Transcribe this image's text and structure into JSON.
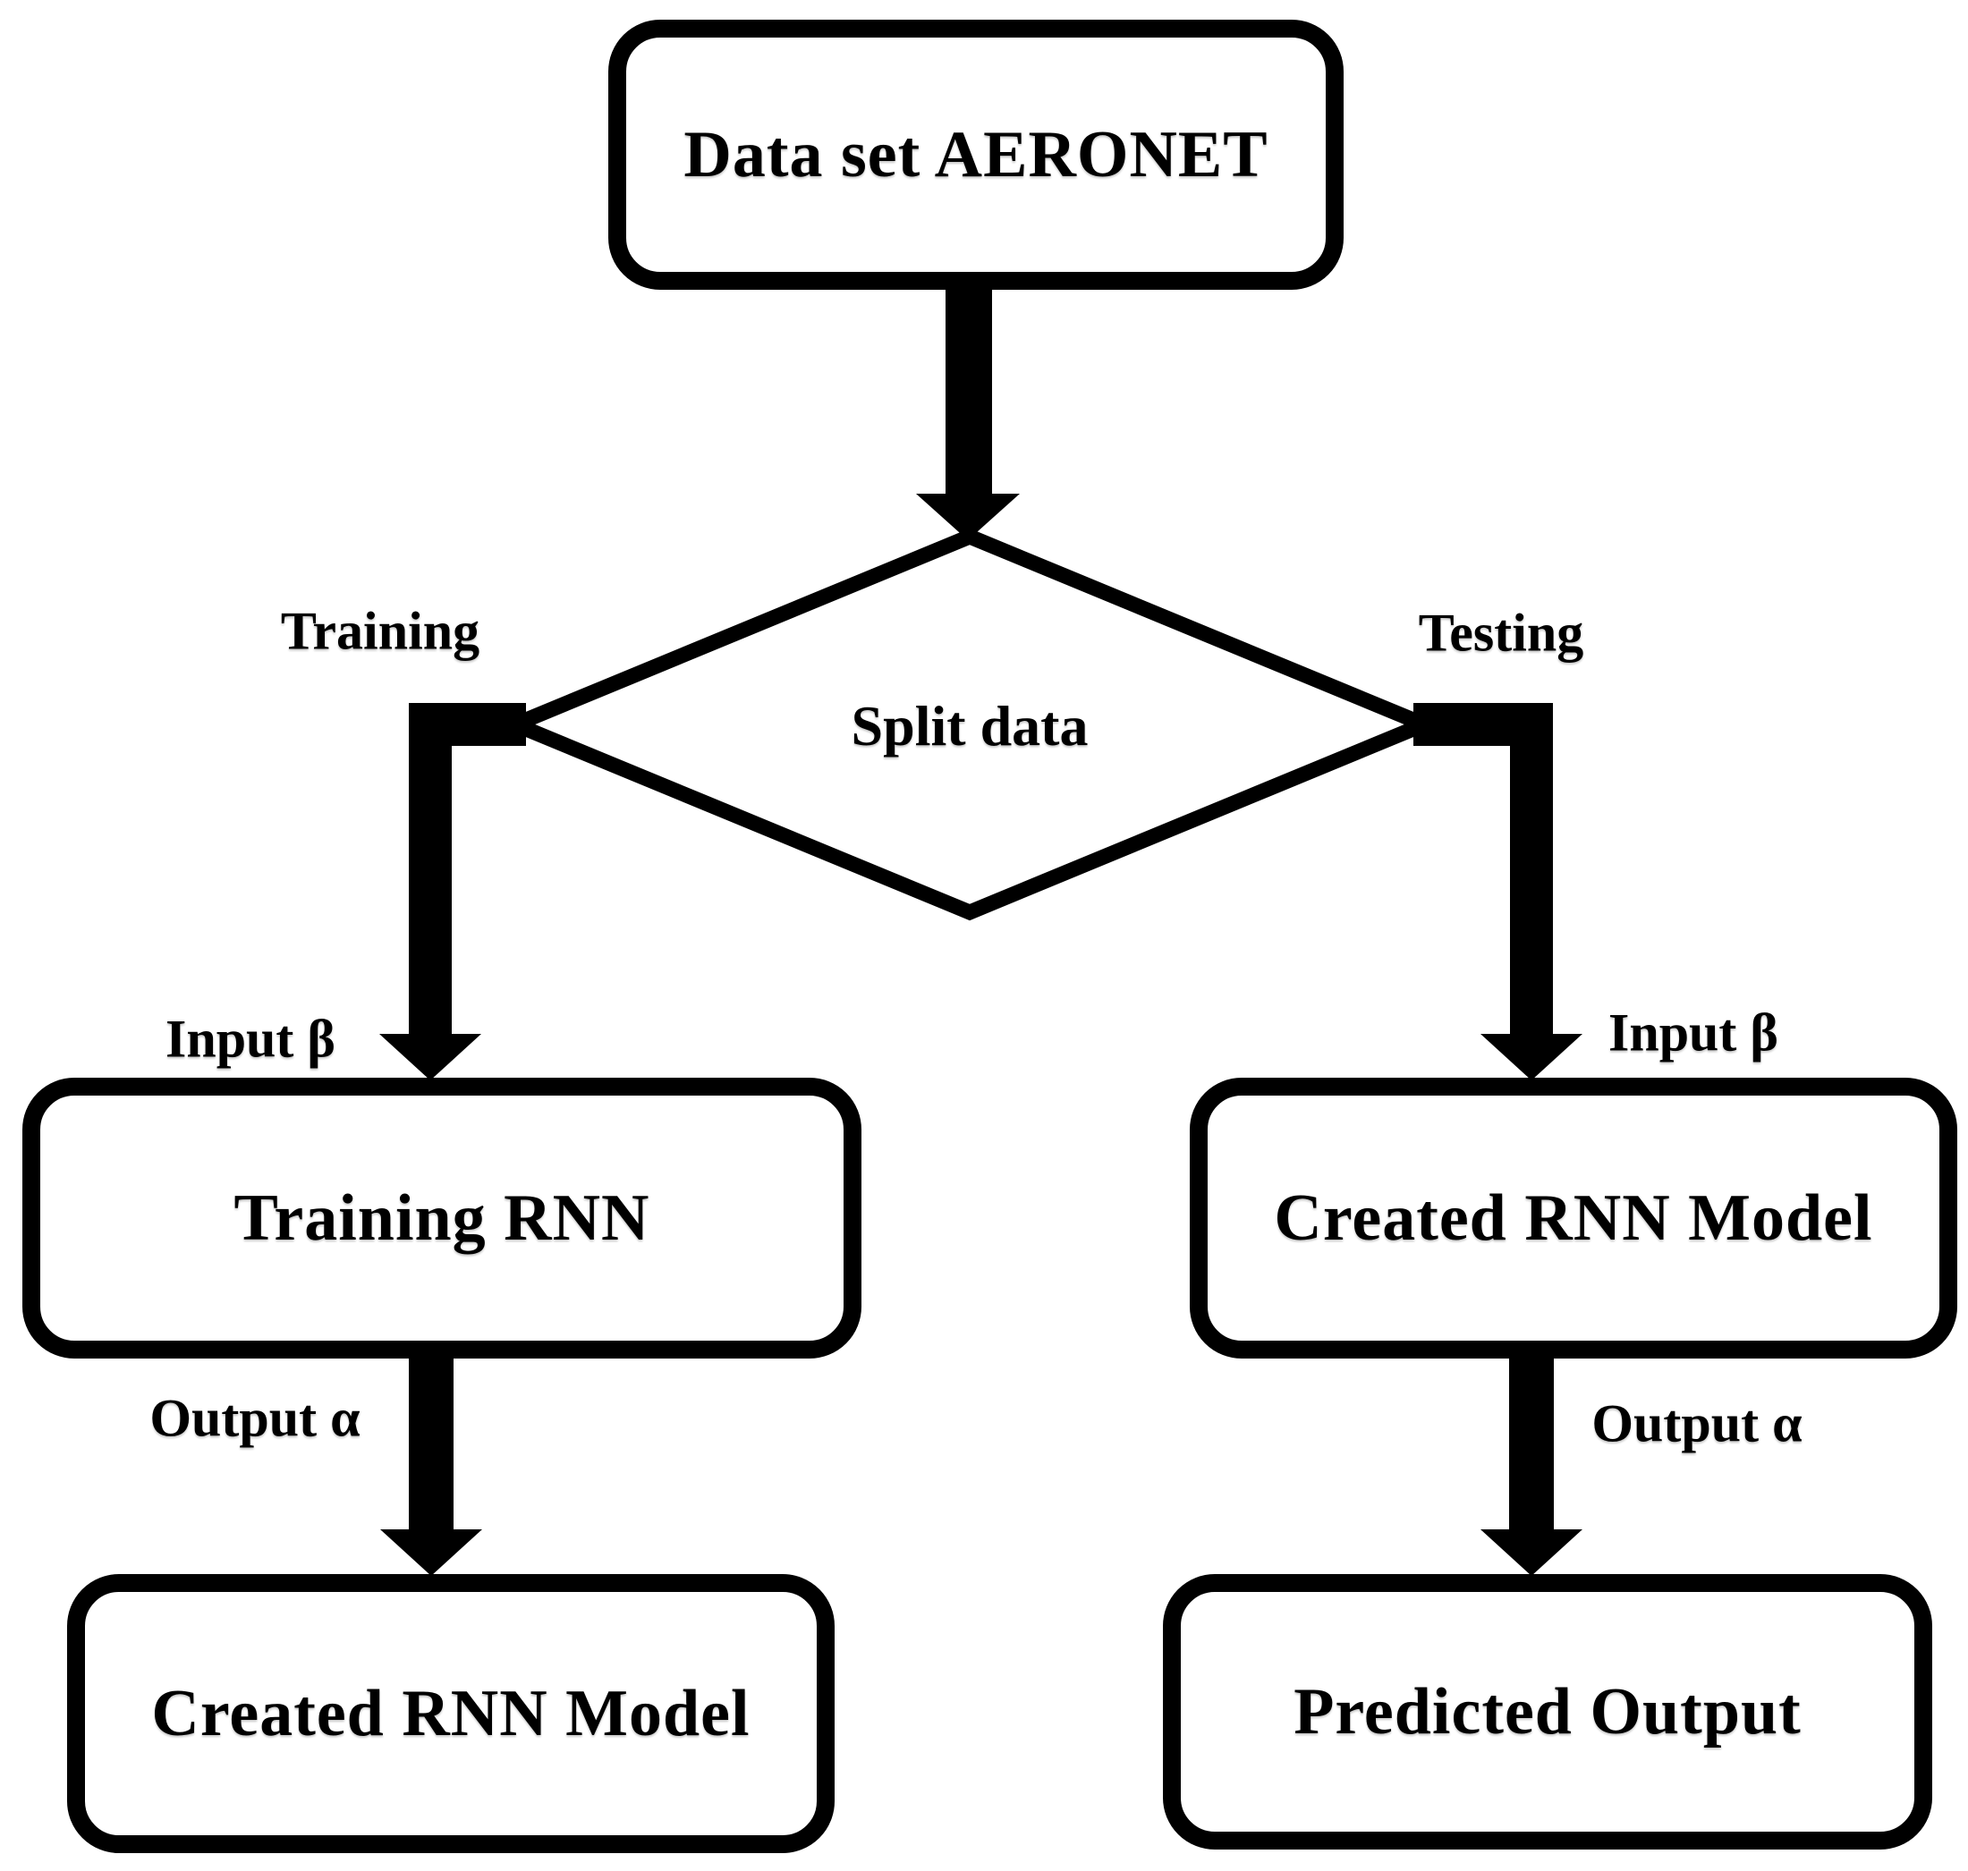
{
  "diagram": {
    "title": "RNN train/test flowchart",
    "background_color": "#ffffff",
    "line_color": "#000000",
    "nodes": {
      "dataset": {
        "label": "Data set AERONET",
        "shape": "rounded-rectangle"
      },
      "split": {
        "label": "Split data",
        "shape": "decision-diamond"
      },
      "training_rnn": {
        "label": "Training RNN",
        "shape": "rounded-rectangle"
      },
      "created_left": {
        "label": "Created RNN Model",
        "shape": "rounded-rectangle"
      },
      "created_right": {
        "label": "Created RNN Model",
        "shape": "rounded-rectangle"
      },
      "predicted": {
        "label": "Predicted Output",
        "shape": "rounded-rectangle"
      }
    },
    "edge_labels": {
      "training": "Training",
      "testing": "Testing",
      "input_beta_left": "Input β",
      "input_beta_right": "Input β",
      "output_alpha_left": "Output α",
      "output_alpha_right": "Output α"
    },
    "edges": [
      {
        "from": "dataset",
        "to": "split",
        "label": ""
      },
      {
        "from": "split",
        "to": "training_rnn",
        "label": "Training / Input β"
      },
      {
        "from": "split",
        "to": "created_right",
        "label": "Testing / Input β"
      },
      {
        "from": "training_rnn",
        "to": "created_left",
        "label": "Output α"
      },
      {
        "from": "created_right",
        "to": "predicted",
        "label": "Output α"
      }
    ]
  }
}
